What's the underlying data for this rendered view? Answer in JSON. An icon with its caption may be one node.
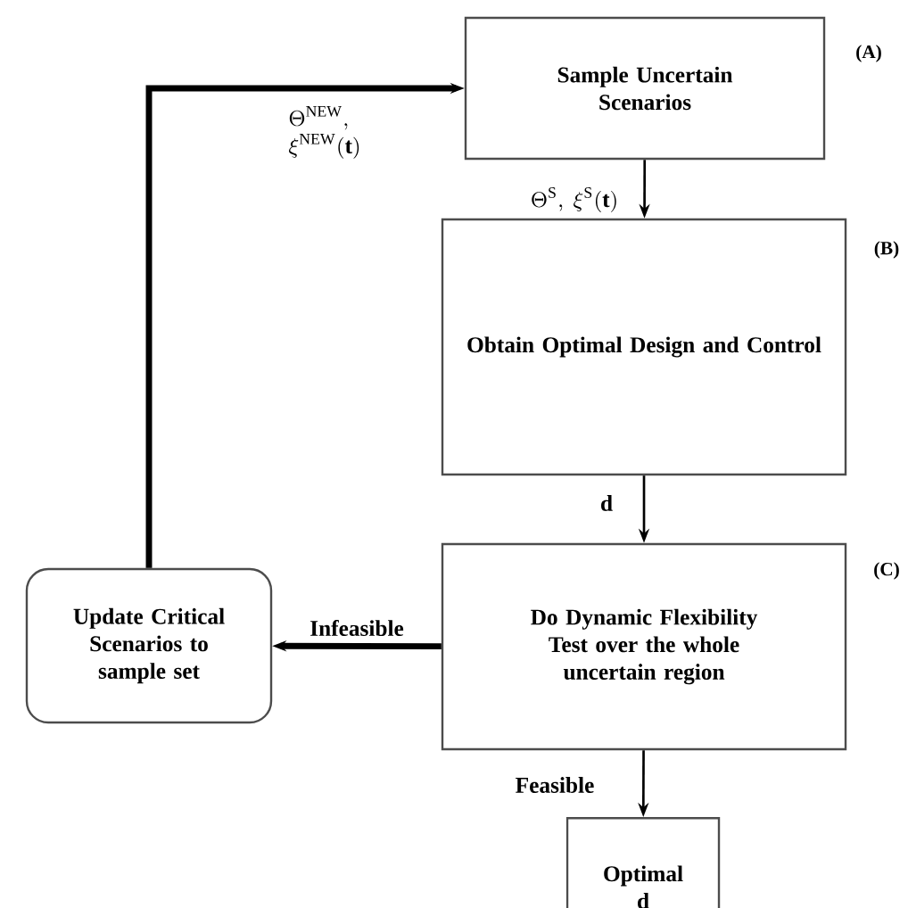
{
  "diagram": {
    "nodes": [
      {
        "text": [
          "Sample Uncertain Scenarios"
        ],
        "beside": [
          "(A)"
        ]
      },
      {
        "text": [
          "Obtain Optimal Design and Control"
        ],
        "beside": [
          "(B)"
        ]
      },
      {
        "text": [
          "Do Dynamic Flexibility Test over the whole uncertain region"
        ],
        "beside": [
          "(C)"
        ]
      },
      {
        "text": [
          "Update Critical Scenarios to sample set"
        ]
      },
      {
        "text": [
          "Optimal d"
        ]
      }
    ],
    "edges": [
      {
        "from": 3,
        "to": 0,
        "arrow": "to",
        "label": "\\begin{array}{l}\\Theta^{\\mathrm{NEW}},\\\\ \\xi^{\\mathrm{NEW}}(\\mathbf{t})\\end{array}",
        "style": "thick"
      },
      {
        "from": 0,
        "to": 1,
        "arrow": "to",
        "label": "\\Theta^{\\mathrm{S}},\\ \\xi^{\\mathrm{S}}(\\mathbf{t})"
      },
      {
        "from": 1,
        "to": 2,
        "arrow": "to",
        "label": "d"
      },
      {
        "from": 2,
        "to": 3,
        "arrow": "to",
        "label": "Infeasible",
        "style": "thick"
      },
      {
        "from": 2,
        "to": 4,
        "arrow": "to",
        "label": "Feasible"
      }
    ]
  }
}
